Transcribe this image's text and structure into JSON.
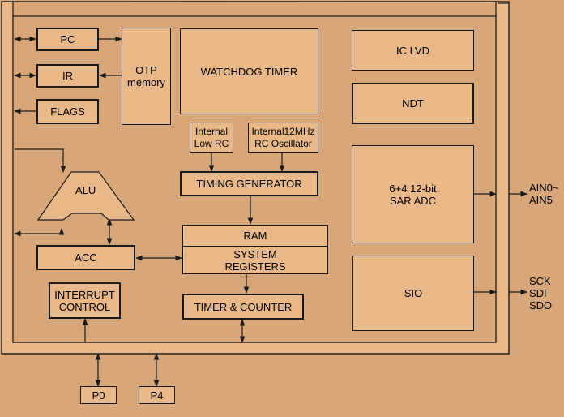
{
  "blocks": {
    "pc": "PC",
    "ir": "IR",
    "flags": "FLAGS",
    "otp": "OTP\nmemory",
    "watchdog": "WATCHDOG TIMER",
    "ic_lvd": "IC LVD",
    "ndt": "NDT",
    "internal_low_rc": "Internal\nLow RC",
    "internal_12mhz": "Internal12MHz\nRC Oscillator",
    "timing_generator": "TIMING GENERATOR",
    "alu": "ALU",
    "ram": "RAM",
    "system_registers": "SYSTEM\nREGISTERS",
    "acc": "ACC",
    "interrupt_control": "INTERRUPT\nCONTROL",
    "timer_counter": "TIMER & COUNTER",
    "adc": "6+4 12-bit\nSAR ADC",
    "sio": "SIO",
    "p0": "P0",
    "p4": "P4"
  },
  "pins": {
    "adc_pins": "AIN0~\nAIN5",
    "sio_pins": "SCK\nSDI\nSDO"
  },
  "colors": {
    "background": "#d7a77a",
    "block_fill": "#e8b888",
    "line": "#1a1a1a"
  }
}
